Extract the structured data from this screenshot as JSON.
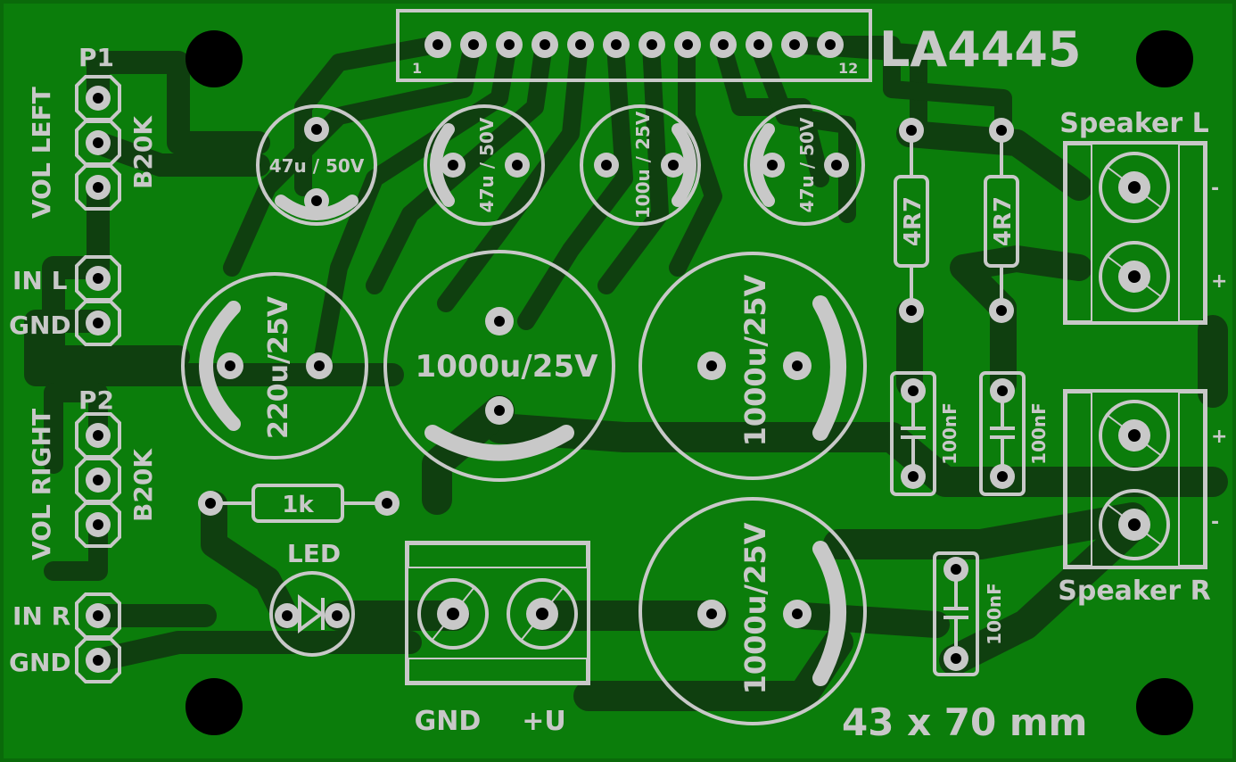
{
  "board": {
    "title": "LA4445",
    "size_label": "43 x 70 mm",
    "colors": {
      "board": "#0b7d0b",
      "trace": "#0f3f0f",
      "silk": "#c8c8c8",
      "hole": "#000000"
    }
  },
  "header": {
    "pin_first": "1",
    "pin_last": "12"
  },
  "left": {
    "p1": "P1",
    "p2": "P2",
    "vol_left": "VOL LEFT",
    "vol_right": "VOL RIGHT",
    "pot_value": "B20K",
    "in_l": "IN L",
    "in_r": "IN R",
    "gnd": "GND"
  },
  "components": {
    "c_47u_a": "47u / 50V",
    "c_47u_b": "47u / 50V",
    "c_100u": "100u / 25V",
    "c_47u_c": "47u / 50V",
    "c_220u": "220u/25V",
    "c_1000u_a": "1000u/25V",
    "c_1000u_b": "1000u/25V",
    "c_1000u_c": "1000u/25V",
    "r_4r7_a": "4R7",
    "r_4r7_b": "4R7",
    "cap_100nf": "100nF",
    "r_1k": "1k",
    "led": "LED"
  },
  "power": {
    "gnd": "GND",
    "plus": "+U"
  },
  "speakers": {
    "left": "Speaker L",
    "right": "Speaker R",
    "minus": "-",
    "plus": "+"
  }
}
